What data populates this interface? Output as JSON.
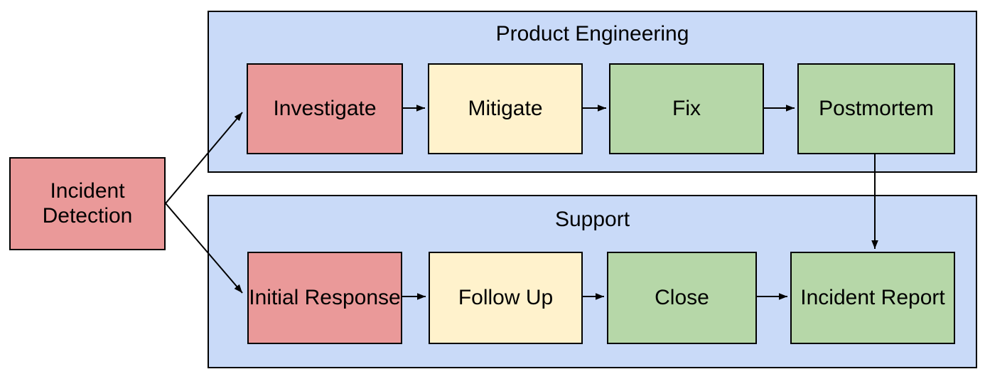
{
  "diagram": {
    "type": "flowchart",
    "start_node": {
      "label": "Incident Detection",
      "color": "#ea9999"
    },
    "lanes": [
      {
        "title": "Product Engineering",
        "nodes": [
          {
            "label": "Investigate",
            "color": "#ea9999"
          },
          {
            "label": "Mitigate",
            "color": "#fff2cc"
          },
          {
            "label": "Fix",
            "color": "#b6d7a8"
          },
          {
            "label": "Postmortem",
            "color": "#b6d7a8"
          }
        ]
      },
      {
        "title": "Support",
        "nodes": [
          {
            "label": "Initial Response",
            "color": "#ea9999"
          },
          {
            "label": "Follow Up",
            "color": "#fff2cc"
          },
          {
            "label": "Close",
            "color": "#b6d7a8"
          },
          {
            "label": "Incident Report",
            "color": "#b6d7a8"
          }
        ]
      }
    ],
    "edges": [
      {
        "from": "Incident Detection",
        "to": "Investigate"
      },
      {
        "from": "Incident Detection",
        "to": "Initial Response"
      },
      {
        "from": "Investigate",
        "to": "Mitigate"
      },
      {
        "from": "Mitigate",
        "to": "Fix"
      },
      {
        "from": "Fix",
        "to": "Postmortem"
      },
      {
        "from": "Postmortem",
        "to": "Incident Report"
      },
      {
        "from": "Initial Response",
        "to": "Follow Up"
      },
      {
        "from": "Follow Up",
        "to": "Close"
      },
      {
        "from": "Close",
        "to": "Incident Report"
      }
    ],
    "colors": {
      "lane_fill": "#c9daf8",
      "node_red": "#ea9999",
      "node_yellow": "#fff2cc",
      "node_green": "#b6d7a8",
      "border": "#000000",
      "background": "#ffffff",
      "text": "#000000"
    }
  }
}
